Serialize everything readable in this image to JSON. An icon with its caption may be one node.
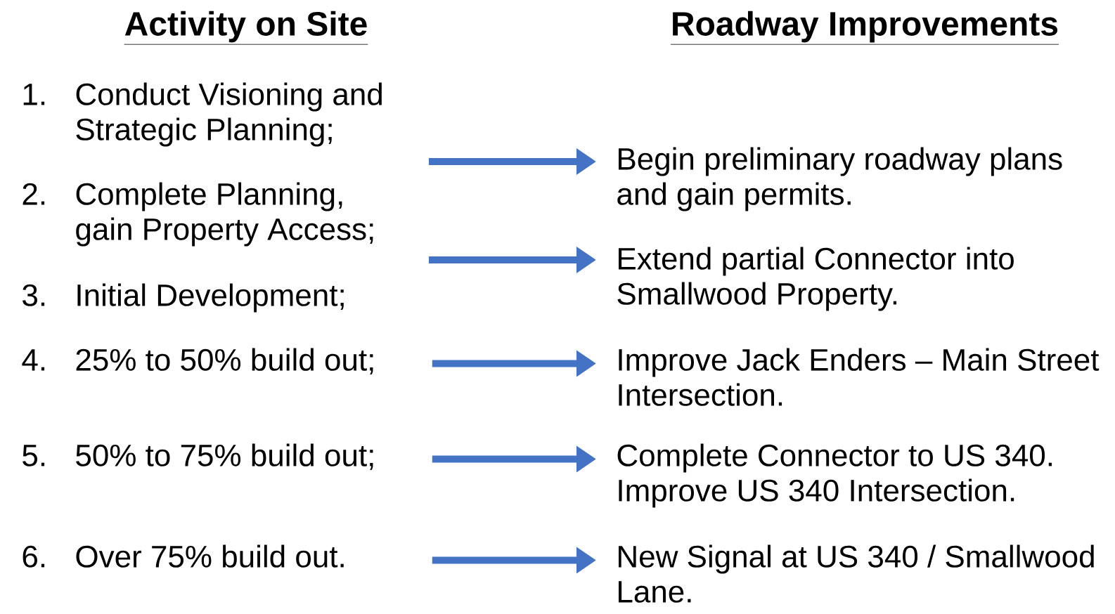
{
  "diagram": {
    "nodes": [
      {
        "text": [
          "1.",
          "Conduct Visioning  and Strategic Planning;"
        ]
      },
      {
        "text": [
          "2.",
          "Complete Planning, gain Property Access;"
        ]
      },
      {
        "text": [
          "3.",
          "Initial Development;"
        ]
      },
      {
        "text": [
          "4.",
          "25% to 50% build out;"
        ]
      },
      {
        "text": [
          "5.",
          "50% to 75% build out;"
        ]
      },
      {
        "text": [
          "6.",
          "Over 75% build out."
        ]
      },
      {
        "text": [
          "Begin preliminary roadway plans and gain permits."
        ]
      },
      {
        "text": [
          "Extend partial Connector into Smallwood Property."
        ]
      },
      {
        "text": [
          "Improve Jack Enders – Main Street Intersection."
        ]
      },
      {
        "text": [
          "Complete Connector to US 340. Improve US 340 Intersection."
        ]
      },
      {
        "text": [
          "New Signal at US 340 / Smallwood Lane."
        ]
      }
    ],
    "edges": [
      {
        "from": null,
        "to": 6,
        "arrow": "to"
      },
      {
        "from": null,
        "to": 7,
        "arrow": "to"
      },
      {
        "from": 3,
        "to": 8,
        "arrow": "to"
      },
      {
        "from": 4,
        "to": 9,
        "arrow": "to"
      },
      {
        "from": 5,
        "to": 10,
        "arrow": "to"
      }
    ],
    "labels": [
      "Activity on Site",
      "Roadway Improvements"
    ]
  }
}
